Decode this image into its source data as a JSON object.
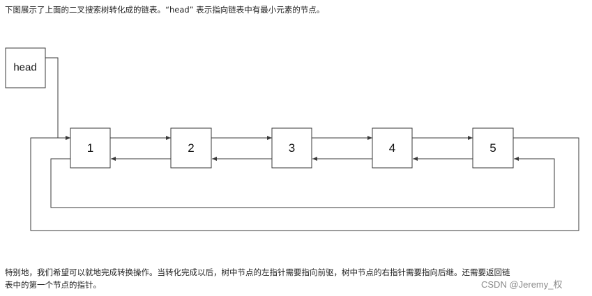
{
  "intro_text": "下图展示了上面的二叉搜索树转化成的链表。“head” 表示指向链表中有最小元素的节点。",
  "diagram": {
    "head_label": "head",
    "nodes": [
      "1",
      "2",
      "3",
      "4",
      "5"
    ]
  },
  "paragraph": {
    "line1": "特别地，我们希望可以就地完成转换操作。当转化完成以后，树中节点的左指针需要指向前驱，树中节点的右指针需要指向后继。还需要返回链",
    "line2": "表中的第一个节点的指针。"
  },
  "watermark": "CSDN @Jeremy_权",
  "colors": {
    "stroke": "#3a3a3a",
    "text": "#222222",
    "watermark": "#8a8a8a"
  }
}
